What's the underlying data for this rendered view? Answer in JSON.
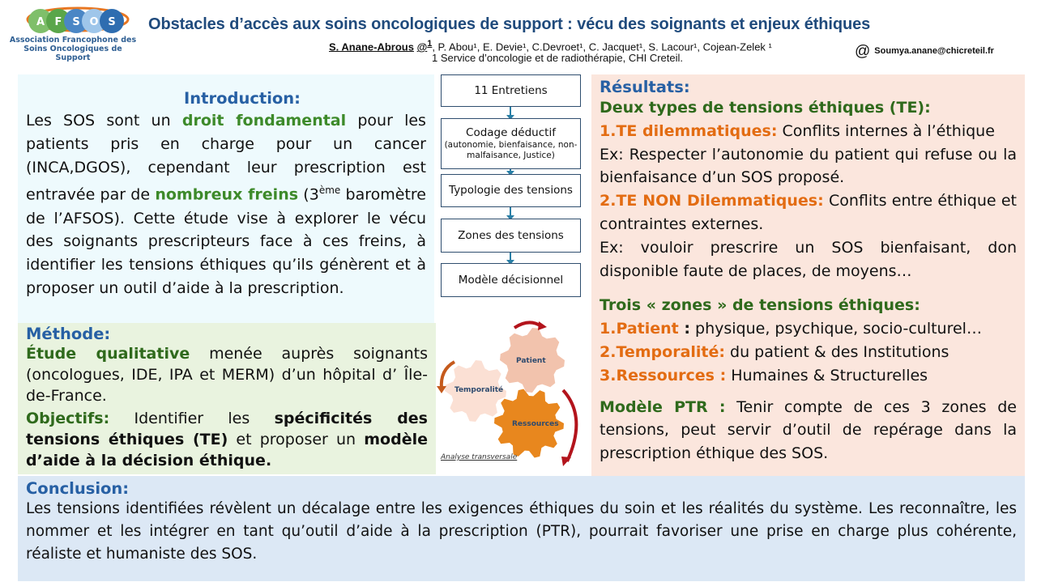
{
  "header": {
    "logo_letters": [
      "A",
      "F",
      "S",
      "O",
      "S"
    ],
    "logo_line1": "Association Francophone des",
    "logo_line2": "Soins Oncologiques de Support",
    "title": "Obstacles d’accès aux soins oncologiques de support : vécu des soignants et enjeux éthiques",
    "lead_author": "S. Anane-Abrous",
    "lead_suffix": "@",
    "coauthors": ", P. Abou¹, E. Devie¹, C.Devroet¹, C. Jacquet¹, S. Lacour¹, Cojean-Zelek ¹",
    "affiliation": "1 Service d’oncologie et de radiothérapie, CHI Creteil.",
    "email": "Soumya.anane@chicreteil.fr"
  },
  "intro": {
    "heading": "Introduction:",
    "t1": "Les SOS sont un ",
    "t2": "droit fondamental",
    "t3": " pour les patients pris en charge pour un cancer (INCA,DGOS), cependant leur prescription est entravée par de ",
    "t4": "nombreux freins",
    "t5": " (3",
    "sup": "ème",
    "t6": " baromètre de l’AFSOS). Cette étude vise à explorer le vécu des soignants prescripteurs face à ces freins, à identifier les tensions éthiques qu’ils génèrent et à proposer un outil d’aide à la prescription."
  },
  "methode": {
    "heading": "Méthode:",
    "m1": "Étude qualitative",
    "m2": " menée auprès soignants (oncologues, IDE, IPA et MERM) d’un hôpital d’ Île-de-France.",
    "o_label": "Objectifs:",
    "o1": " Identifier les ",
    "o2": "spécificités des tensions éthiques (TE)",
    "o3": " et proposer un ",
    "o4": "modèle d’aide à la décision éthique."
  },
  "flow": {
    "steps": [
      "11 Entretiens",
      "Codage déductif",
      "Typologie des tensions",
      "Zones des tensions",
      "Modèle décisionnel"
    ],
    "step2_detail": "(autonomie, bienfaisance, non-malfaisance, Justice)",
    "gears": [
      "Patient",
      "Temporalité",
      "Ressources"
    ],
    "caption": "Analyse transversale"
  },
  "results": {
    "heading": "Résultats:",
    "sub1": "Deux types de tensions éthiques (TE):",
    "te1_label": "1.TE dilemmatiques:",
    "te1": " Conflits internes à l’éthique",
    "ex1": "Ex: Respecter l’autonomie du patient qui refuse ou la bienfaisance d’un SOS proposé.",
    "te2_label": "2.TE NON Dilemmatiques:",
    "te2": " Conflits entre éthique et contraintes externes.",
    "ex2": "Ex: vouloir prescrire un SOS bienfaisant, don disponible faute de places, de moyens…",
    "sub2": "Trois « zones » de tensions éthiques:",
    "z1_label": "1.Patient",
    "z1_colon": " :",
    "z1": " physique, psychique, socio-culturel…",
    "z2_label": "2.Temporalité:",
    "z2": " du patient & des Institutions",
    "z3_label": "3.Ressources :",
    "z3": " Humaines & Structurelles",
    "ptr_label": "Modèle PTR :",
    "ptr": " Tenir compte de ces 3 zones de tensions, peut servir d’outil de repérage dans  la prescription éthique des SOS."
  },
  "conclusion": {
    "heading": "Conclusion:",
    "text": "Les tensions identifiées révèlent un décalage entre les exigences éthiques du soin et les réalités du système. Les reconnaître, les nommer et les intégrer en tant qu’outil d’aide à la prescription (PTR), pourrait favoriser une prise en charge plus cohérente, réaliste et humaniste des SOS."
  },
  "colors": {
    "title": "#1f4a7c",
    "heading": "#2760a4",
    "green": "#3d8a2a",
    "orange": "#e36c12"
  }
}
